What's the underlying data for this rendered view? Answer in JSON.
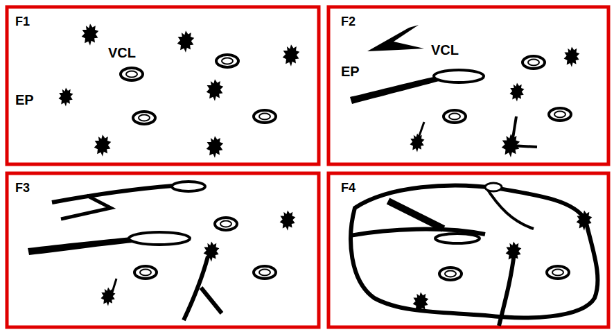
{
  "diagram": {
    "labels": [
      "F1",
      "VCL",
      "EP",
      "F2",
      "VCL",
      "EP",
      "F3",
      "F4"
    ]
  }
}
